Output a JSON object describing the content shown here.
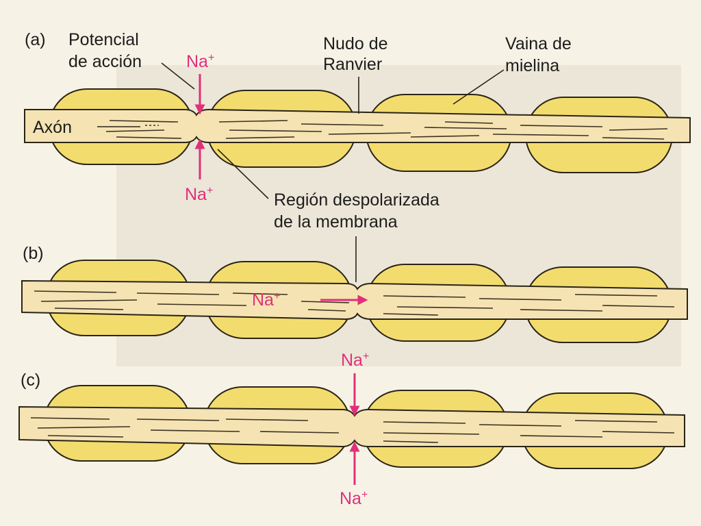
{
  "colors": {
    "background": "#f7f2e6",
    "myelin": "#f3dc6e",
    "axon": "#f5e3b3",
    "outline": "#2a2418",
    "sodium": "#e0307a"
  },
  "panels": [
    {
      "label": "(a)",
      "node_index": 0
    },
    {
      "label": "(b)",
      "node_index": 1
    },
    {
      "label": "(c)",
      "node_index": 1
    }
  ],
  "labels": {
    "action_potential": [
      "Potencial",
      "de acción"
    ],
    "node_of_ranvier": [
      "Nudo de",
      "Ranvier"
    ],
    "myelin_sheath": [
      "Vaina de",
      "mielina"
    ],
    "axon": "Axón",
    "depolarized_region": [
      "Región despolarizada",
      "de la membrana"
    ]
  },
  "sodium": {
    "symbol": "Na",
    "charge": "+"
  }
}
